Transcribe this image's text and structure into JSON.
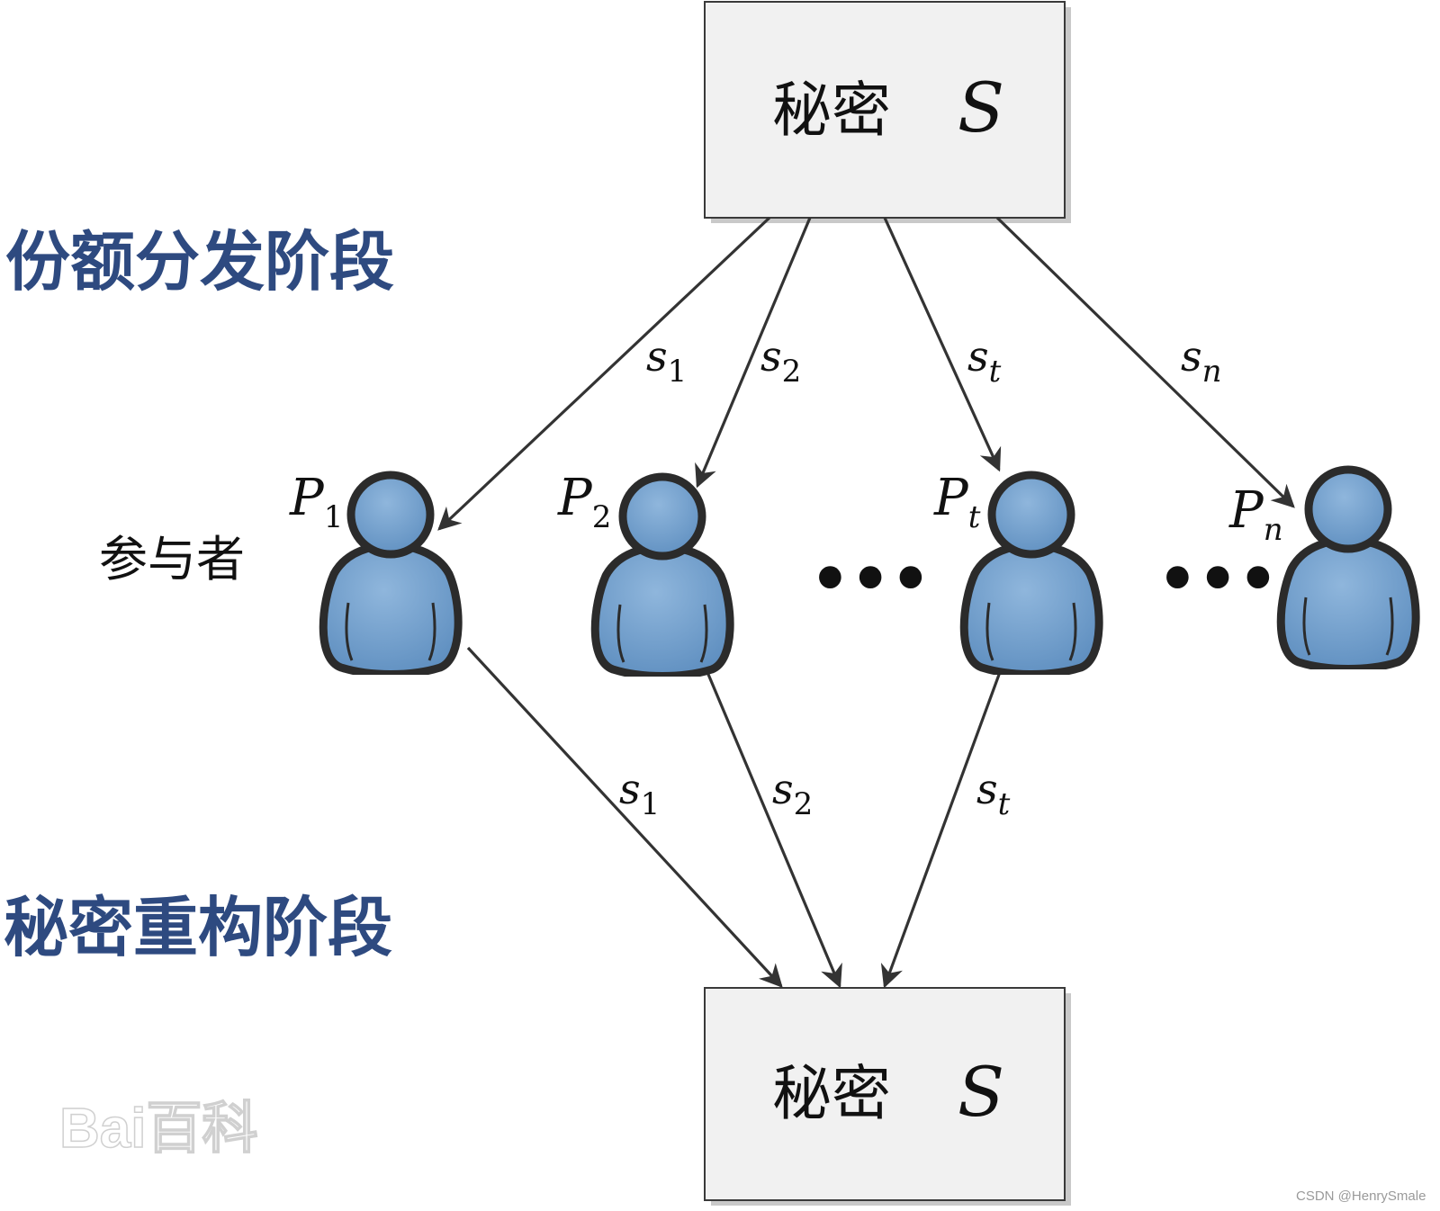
{
  "top_box": {
    "label": "秘密",
    "variable": "S"
  },
  "bottom_box": {
    "label": "秘密",
    "variable": "S"
  },
  "phases": {
    "distribution": "份额分发阶段",
    "reconstruction": "秘密重构阶段"
  },
  "participants_label": "参与者",
  "participants": [
    {
      "id": "P1",
      "name": "P",
      "sub": "1"
    },
    {
      "id": "P2",
      "name": "P",
      "sub": "2"
    },
    {
      "id": "Pt",
      "name": "P",
      "sub": "t"
    },
    {
      "id": "Pn",
      "name": "P",
      "sub": "n"
    }
  ],
  "ellipsis": "•••",
  "distribution_shares": [
    {
      "to": "P1",
      "name": "s",
      "sub": "1"
    },
    {
      "to": "P2",
      "name": "s",
      "sub": "2"
    },
    {
      "to": "Pt",
      "name": "s",
      "sub": "t"
    },
    {
      "to": "Pn",
      "name": "s",
      "sub": "n"
    }
  ],
  "reconstruction_shares": [
    {
      "from": "P1",
      "name": "s",
      "sub": "1"
    },
    {
      "from": "P2",
      "name": "s",
      "sub": "2"
    },
    {
      "from": "Pt",
      "name": "s",
      "sub": "t"
    }
  ],
  "watermark": "Bai百科",
  "credit": "CSDN @HenrySmale",
  "colors": {
    "phase_text": "#2e4a80",
    "person_fill": "#6f9fcc",
    "person_outline": "#2b2b2b",
    "box_fill": "#f1f1f1"
  }
}
